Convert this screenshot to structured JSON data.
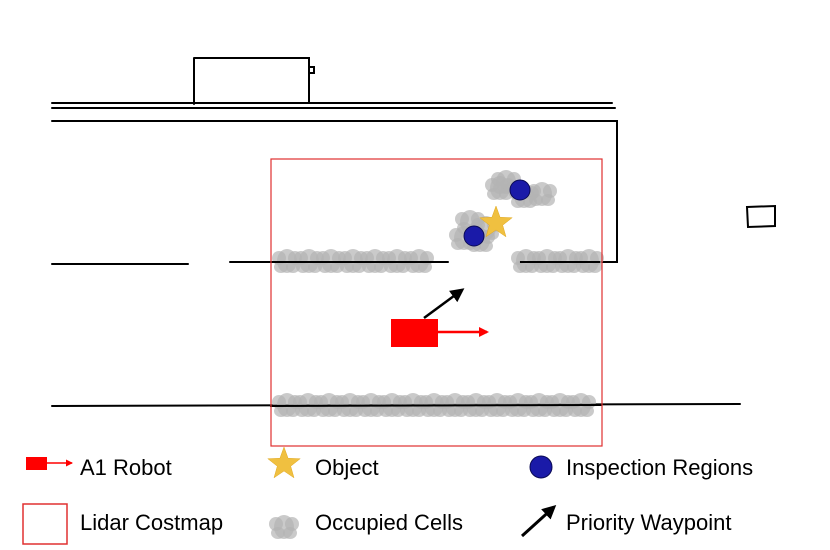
{
  "colors": {
    "robot": "#ff0000",
    "costmap": "#e03030",
    "object": "#f0c040",
    "inspection": "#1a1aa8",
    "occupied": "#b4b4b4",
    "walls": "#000000",
    "waypoint": "#000000"
  },
  "icons": {
    "robot": "red-rectangle-with-arrow-icon",
    "object": "gold-star-icon",
    "inspection": "blue-circle-icon",
    "costmap": "red-outline-square-icon",
    "occupied": "gray-cloud-icon",
    "waypoint": "black-arrow-icon"
  },
  "legend": {
    "robot": "A1 Robot",
    "object": "Object",
    "inspection": "Inspection Regions",
    "costmap": "Lidar Costmap",
    "occupied": "Occupied Cells",
    "waypoint": "Priority Waypoint"
  }
}
